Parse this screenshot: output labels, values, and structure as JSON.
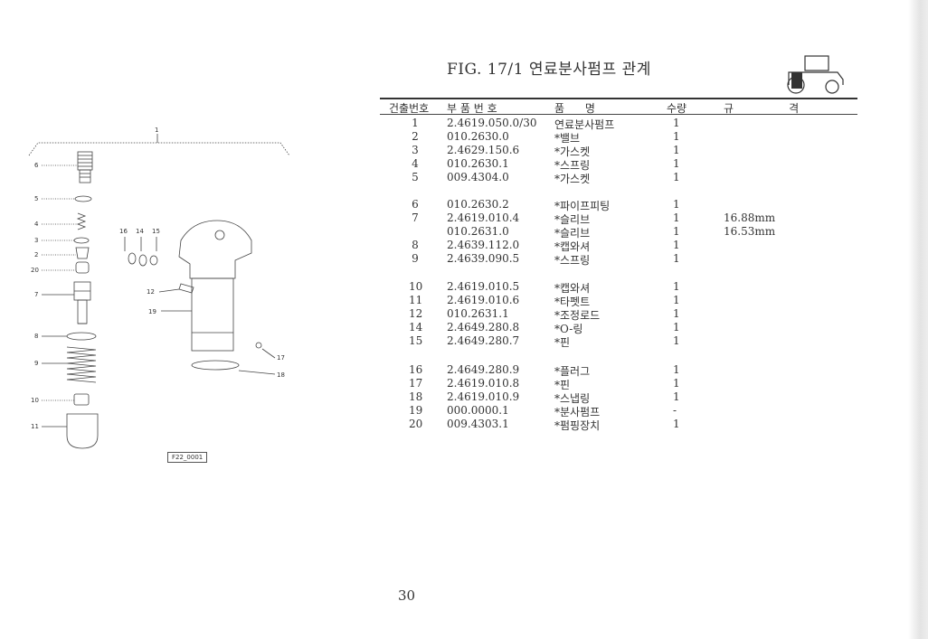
{
  "figure": {
    "title": "FIG. 17/1 연료분사펌프 관계",
    "drawing_code": "F22_0001",
    "callouts": [
      "1",
      "6",
      "5",
      "4",
      "3",
      "2",
      "20",
      "7",
      "8",
      "9",
      "10",
      "11",
      "16",
      "14",
      "15",
      "12",
      "19",
      "17",
      "18"
    ]
  },
  "table": {
    "headers": {
      "no": "건출번호",
      "part": "부 품 번 호",
      "name": "품      명",
      "qty": "수량",
      "spec": "규                격"
    },
    "rows": [
      {
        "no": "1",
        "part": "2.4619.050.0/30",
        "name": "연료분사펌프",
        "qty": "1",
        "spec": ""
      },
      {
        "no": "2",
        "part": "010.2630.0",
        "name": "*밸브",
        "qty": "1",
        "spec": ""
      },
      {
        "no": "3",
        "part": "2.4629.150.6",
        "name": "*가스켓",
        "qty": "1",
        "spec": ""
      },
      {
        "no": "4",
        "part": "010.2630.1",
        "name": "*스프링",
        "qty": "1",
        "spec": ""
      },
      {
        "no": "5",
        "part": "009.4304.0",
        "name": "*가스켓",
        "qty": "1",
        "spec": ""
      },
      {
        "no": "6",
        "part": "010.2630.2",
        "name": "*파이프피팅",
        "qty": "1",
        "spec": ""
      },
      {
        "no": "7",
        "part": "2.4619.010.4",
        "name": "*슬리브",
        "qty": "1",
        "spec": "16.88mm"
      },
      {
        "no": "",
        "part": "010.2631.0",
        "name": "*슬리브",
        "qty": "1",
        "spec": "16.53mm"
      },
      {
        "no": "8",
        "part": "2.4639.112.0",
        "name": "*캡와셔",
        "qty": "1",
        "spec": ""
      },
      {
        "no": "9",
        "part": "2.4639.090.5",
        "name": "*스프링",
        "qty": "1",
        "spec": ""
      },
      {
        "no": "10",
        "part": "2.4619.010.5",
        "name": "*캡와셔",
        "qty": "1",
        "spec": ""
      },
      {
        "no": "11",
        "part": "2.4619.010.6",
        "name": "*타펫트",
        "qty": "1",
        "spec": ""
      },
      {
        "no": "12",
        "part": "010.2631.1",
        "name": "*조정로드",
        "qty": "1",
        "spec": ""
      },
      {
        "no": "14",
        "part": "2.4649.280.8",
        "name": "*O-링",
        "qty": "1",
        "spec": ""
      },
      {
        "no": "15",
        "part": "2.4649.280.7",
        "name": "*핀",
        "qty": "1",
        "spec": ""
      },
      {
        "no": "16",
        "part": "2.4649.280.9",
        "name": "*플러그",
        "qty": "1",
        "spec": ""
      },
      {
        "no": "17",
        "part": "2.4619.010.8",
        "name": "*핀",
        "qty": "1",
        "spec": ""
      },
      {
        "no": "18",
        "part": "2.4619.010.9",
        "name": "*스냅링",
        "qty": "1",
        "spec": ""
      },
      {
        "no": "19",
        "part": "000.0000.1",
        "name": "*분사펌프",
        "qty": "-",
        "spec": ""
      },
      {
        "no": "20",
        "part": "009.4303.1",
        "name": "*펌핑장치",
        "qty": "1",
        "spec": ""
      }
    ]
  },
  "page": {
    "number": "30"
  }
}
